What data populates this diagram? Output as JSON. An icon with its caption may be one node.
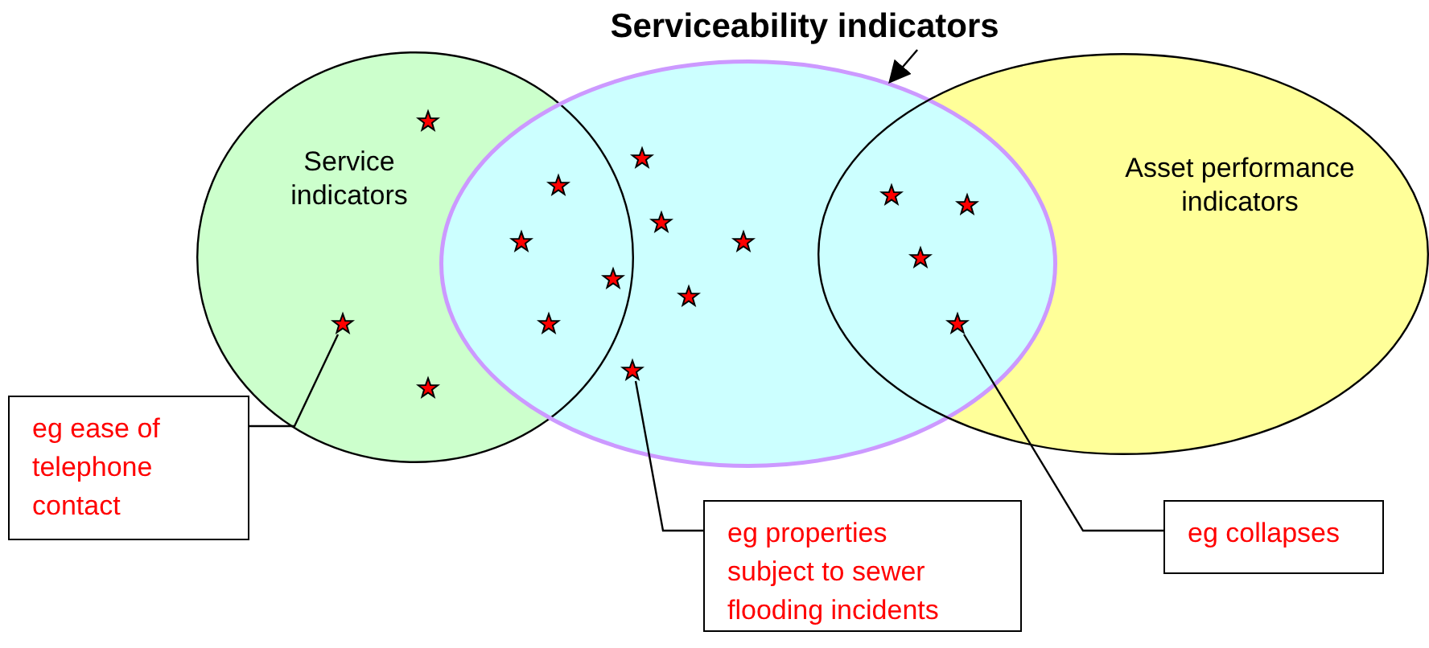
{
  "diagram": {
    "nodes": [
      {
        "text": [
          "Serviceability indicators"
        ]
      },
      {
        "text": [
          "Service indicators"
        ]
      },
      {
        "text": [],
        "shape": "ellipse"
      },
      {
        "text": [
          "Asset performance indicators"
        ]
      },
      {
        "text": [],
        "shape": "star",
        "in": 1
      },
      {
        "text": [],
        "shape": "star",
        "in": 2
      },
      {
        "text": [],
        "shape": "star"
      },
      {
        "text": [],
        "shape": "star"
      },
      {
        "text": [],
        "shape": "star"
      },
      {
        "text": [],
        "shape": "star",
        "in": 2
      },
      {
        "text": [],
        "shape": "star"
      },
      {
        "text": [],
        "shape": "star",
        "in": 2
      },
      {
        "text": [],
        "shape": "star"
      },
      {
        "text": [],
        "shape": "star"
      },
      {
        "text": [],
        "shape": "star",
        "in": 2
      },
      {
        "text": [],
        "shape": "star",
        "in": 1
      },
      {
        "text": [],
        "shape": "star"
      },
      {
        "text": [],
        "shape": "star"
      },
      {
        "text": [],
        "shape": "star",
        "in": 2
      },
      {
        "text": [],
        "shape": "star",
        "in": 1
      },
      {
        "text": [
          "eg ease of telephone contact"
        ]
      },
      {
        "text": [
          "eg properties subject to sewer flooding incidents"
        ]
      },
      {
        "text": [
          "eg collapses"
        ]
      }
    ],
    "edges": [
      {
        "from": 0,
        "to": 2,
        "arrow": "to"
      },
      {
        "from": 20,
        "to": 15,
        "arrow": "none"
      },
      {
        "from": 21,
        "to": 18,
        "arrow": "none"
      },
      {
        "from": 22,
        "to": 17,
        "arrow": "none"
      }
    ]
  }
}
